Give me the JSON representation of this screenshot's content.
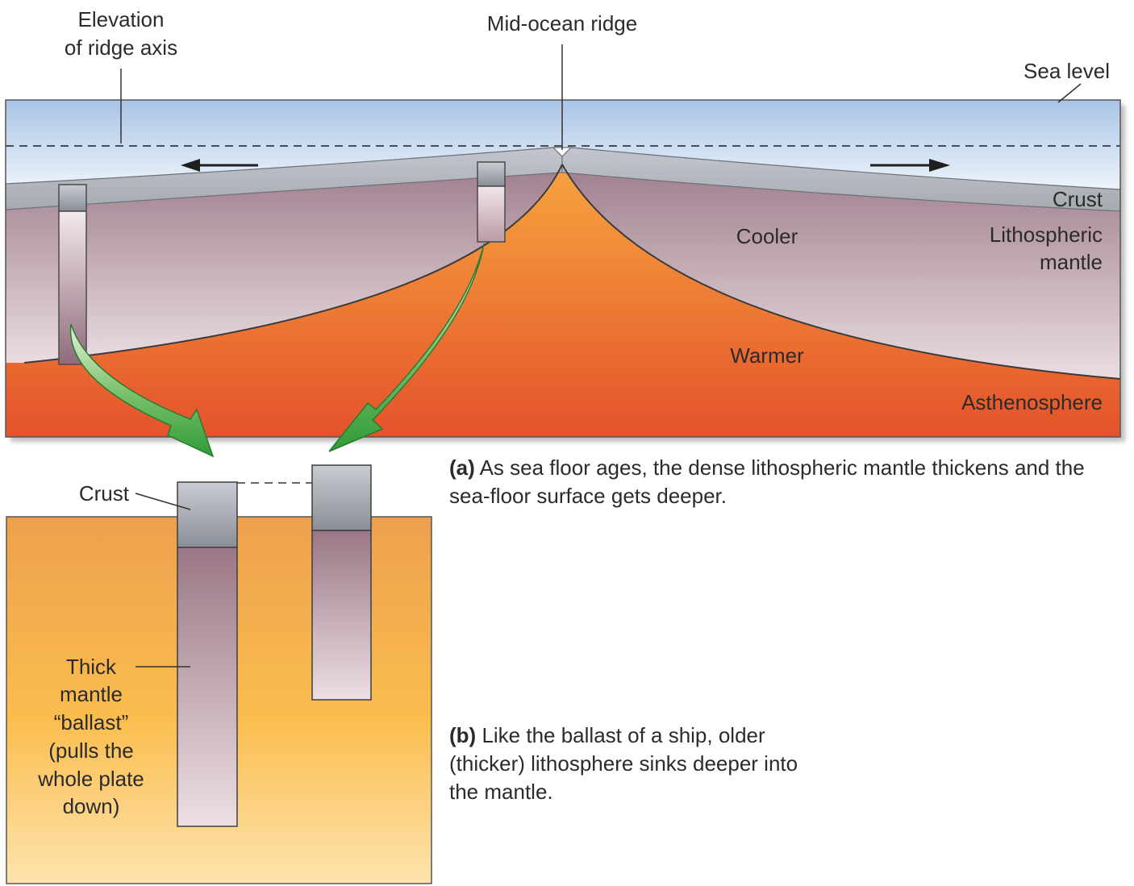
{
  "labels": {
    "elevation_line1": "Elevation",
    "elevation_line2": "of ridge axis",
    "mid_ocean_ridge": "Mid-ocean ridge",
    "sea_level": "Sea level",
    "crust_a": "Crust",
    "cooler": "Cooler",
    "lithospheric_line1": "Lithospheric",
    "lithospheric_line2": "mantle",
    "warmer": "Warmer",
    "asthenosphere": "Asthenosphere",
    "crust_b": "Crust",
    "ballast_lines": [
      "Thick",
      "mantle",
      "“ballast”",
      "(pulls the",
      "whole plate",
      "down)"
    ]
  },
  "captions": {
    "a_tag": "(a)",
    "a_text": "As sea floor ages, the dense lithospheric mantle thickens and the sea-floor surface gets deeper.",
    "b_tag": "(b)",
    "b_text": "Like the ballast of a ship, older (thicker) lithosphere sinks deeper into the mantle."
  },
  "colors": {
    "sea_top": "#a9c4e6",
    "sea_bottom": "#eef4fb",
    "crust": "#b2b6bd",
    "lithosphere_top": "#a07f8e",
    "lithosphere_bottom": "#e8dadf",
    "asthenosphere_top": "#f7a23b",
    "asthenosphere_bottom": "#e4522b",
    "green_arrow": "#34a33b",
    "panel_b_top": "#eea34e",
    "panel_b_bottom": "#fde3a8"
  }
}
